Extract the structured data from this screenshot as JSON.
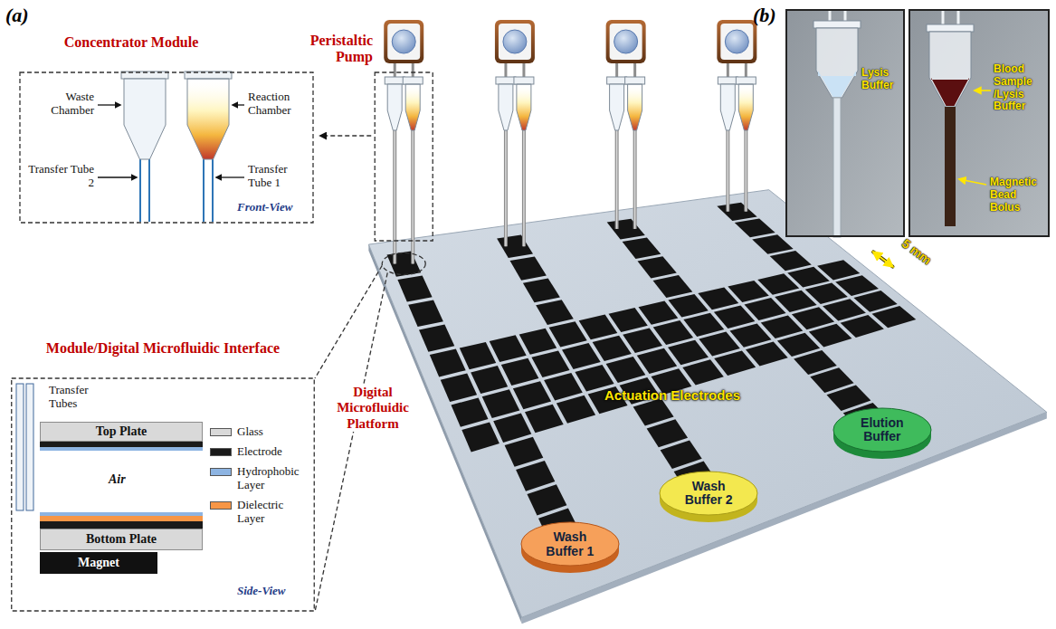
{
  "diagram": {
    "nodes": [
      {
        "text": [
          "Concentrator Module",
          "Waste Chamber",
          "Reaction Chamber",
          "Transfer Tube 2",
          "Transfer Tube 1",
          "Front-View"
        ]
      },
      {
        "text": [
          "Module/Digital Microfluidic Interface",
          "Transfer Tubes",
          "Air",
          "Side-View"
        ]
      },
      {
        "text": [
          "Top Plate"
        ],
        "in": 1
      },
      {
        "text": [
          "Bottom Plate"
        ],
        "in": 1
      },
      {
        "text": [
          "Magnet"
        ],
        "in": 1
      },
      {
        "text": [
          "Wash Buffer 1"
        ]
      },
      {
        "text": [
          "Wash Buffer 2"
        ]
      },
      {
        "text": [
          "Elution Buffer"
        ]
      },
      {
        "text": [
          "Lysis Buffer"
        ]
      },
      {
        "text": [
          "Blood Sample /Lysis Buffer",
          "Magnetic Bead Bolus"
        ]
      }
    ],
    "labels": [
      "(a)",
      "(b)",
      "Peristaltic Pump",
      "Actuation Electrodes",
      "5 mm",
      "Digital Microfluidic Platform"
    ],
    "legend": [
      {
        "text": "Glass",
        "color": "#d9d9d9"
      },
      {
        "text": "Electrode",
        "color": "#1a1a1a"
      },
      {
        "text": "Hydrophobic Layer",
        "color": "#8db4e2"
      },
      {
        "text": "Dielectric Layer",
        "color": "#f79646"
      }
    ]
  }
}
